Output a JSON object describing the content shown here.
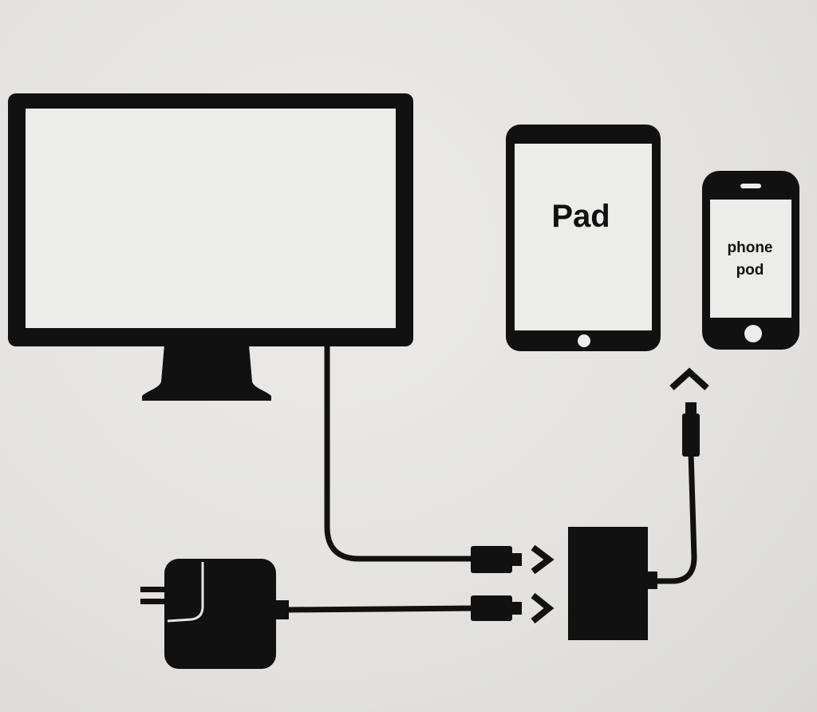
{
  "diagram": {
    "devices": {
      "tablet": {
        "label": "Pad"
      },
      "phone": {
        "label_line1": "phone",
        "label_line2": "pod"
      }
    },
    "colors": {
      "ink": "#111111",
      "screen": "#ececea",
      "background": "#e4e4e2"
    }
  }
}
